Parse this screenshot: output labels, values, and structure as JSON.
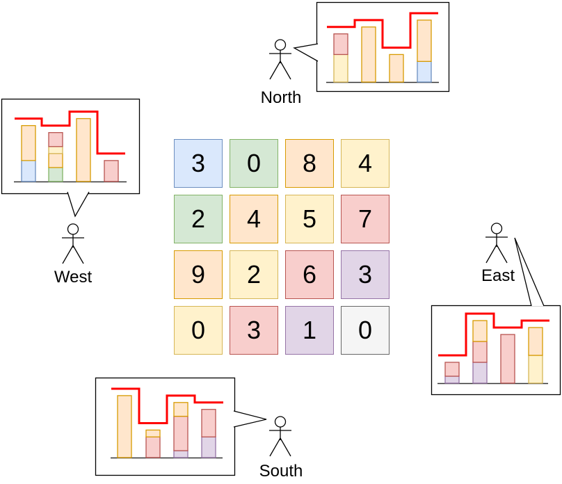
{
  "palette": {
    "blue": {
      "fill": "#dae8fc",
      "stroke": "#6c8ebf"
    },
    "green": {
      "fill": "#d5e8d4",
      "stroke": "#82b366"
    },
    "orange": {
      "fill": "#ffe6cc",
      "stroke": "#d79b00"
    },
    "yellow": {
      "fill": "#fff2cc",
      "stroke": "#d6b656"
    },
    "red": {
      "fill": "#f8cecc",
      "stroke": "#b85450"
    },
    "purple": {
      "fill": "#e1d5e7",
      "stroke": "#9673a6"
    },
    "gray": {
      "fill": "#f5f5f5",
      "stroke": "#666666"
    }
  },
  "outline_color": "#ff0000",
  "grid": {
    "rows": [
      [
        {
          "value": 3,
          "color": "blue"
        },
        {
          "value": 0,
          "color": "green"
        },
        {
          "value": 8,
          "color": "orange"
        },
        {
          "value": 4,
          "color": "yellow"
        }
      ],
      [
        {
          "value": 2,
          "color": "green"
        },
        {
          "value": 4,
          "color": "orange"
        },
        {
          "value": 5,
          "color": "yellow"
        },
        {
          "value": 7,
          "color": "red"
        }
      ],
      [
        {
          "value": 9,
          "color": "orange"
        },
        {
          "value": 2,
          "color": "yellow"
        },
        {
          "value": 6,
          "color": "red"
        },
        {
          "value": 3,
          "color": "purple"
        }
      ],
      [
        {
          "value": 0,
          "color": "yellow"
        },
        {
          "value": 3,
          "color": "red"
        },
        {
          "value": 1,
          "color": "purple"
        },
        {
          "value": 0,
          "color": "gray"
        }
      ]
    ]
  },
  "viewers": {
    "north": {
      "label": "North",
      "chart_data": {
        "type": "bar",
        "bars": [
          {
            "segments": [
              {
                "color": "yellow",
                "from": 0,
                "to": 4
              },
              {
                "color": "red",
                "from": 4,
                "to": 7
              }
            ]
          },
          {
            "segments": [
              {
                "color": "orange",
                "from": 0,
                "to": 8
              }
            ]
          },
          {
            "segments": [
              {
                "color": "orange",
                "from": 0,
                "to": 4
              }
            ]
          },
          {
            "segments": [
              {
                "color": "blue",
                "from": 0,
                "to": 3
              },
              {
                "color": "orange",
                "from": 3,
                "to": 9
              }
            ]
          }
        ],
        "outline_levels": [
          8,
          9,
          5,
          10
        ]
      }
    },
    "west": {
      "label": "West",
      "chart_data": {
        "type": "bar",
        "bars": [
          {
            "segments": [
              {
                "color": "blue",
                "from": 0,
                "to": 3
              },
              {
                "color": "orange",
                "from": 3,
                "to": 8
              }
            ]
          },
          {
            "segments": [
              {
                "color": "green",
                "from": 0,
                "to": 2
              },
              {
                "color": "orange",
                "from": 2,
                "to": 4
              },
              {
                "color": "yellow",
                "from": 4,
                "to": 5
              },
              {
                "color": "red",
                "from": 5,
                "to": 7
              }
            ]
          },
          {
            "segments": [
              {
                "color": "orange",
                "from": 0,
                "to": 9
              }
            ]
          },
          {
            "segments": [
              {
                "color": "red",
                "from": 0,
                "to": 3
              }
            ]
          }
        ],
        "outline_levels": [
          9,
          8,
          10,
          4
        ]
      }
    },
    "east": {
      "label": "East",
      "chart_data": {
        "type": "bar",
        "bars": [
          {
            "segments": [
              {
                "color": "purple",
                "from": 0,
                "to": 1
              },
              {
                "color": "red",
                "from": 1,
                "to": 3
              }
            ]
          },
          {
            "segments": [
              {
                "color": "purple",
                "from": 0,
                "to": 3
              },
              {
                "color": "red",
                "from": 3,
                "to": 6
              },
              {
                "color": "orange",
                "from": 6,
                "to": 9
              }
            ]
          },
          {
            "segments": [
              {
                "color": "red",
                "from": 0,
                "to": 7
              }
            ]
          },
          {
            "segments": [
              {
                "color": "yellow",
                "from": 0,
                "to": 4
              },
              {
                "color": "orange",
                "from": 4,
                "to": 8
              }
            ]
          }
        ],
        "outline_levels": [
          4,
          10,
          8,
          9
        ]
      }
    },
    "south": {
      "label": "South",
      "chart_data": {
        "type": "bar",
        "bars": [
          {
            "segments": [
              {
                "color": "orange",
                "from": 0,
                "to": 9
              }
            ]
          },
          {
            "segments": [
              {
                "color": "red",
                "from": 0,
                "to": 3
              },
              {
                "color": "orange",
                "from": 3,
                "to": 4
              }
            ]
          },
          {
            "segments": [
              {
                "color": "purple",
                "from": 0,
                "to": 1
              },
              {
                "color": "red",
                "from": 1,
                "to": 6
              },
              {
                "color": "orange",
                "from": 6,
                "to": 8
              }
            ]
          },
          {
            "segments": [
              {
                "color": "purple",
                "from": 0,
                "to": 3
              },
              {
                "color": "red",
                "from": 3,
                "to": 7
              }
            ]
          }
        ],
        "outline_levels": [
          10,
          5,
          9,
          8
        ]
      }
    }
  }
}
